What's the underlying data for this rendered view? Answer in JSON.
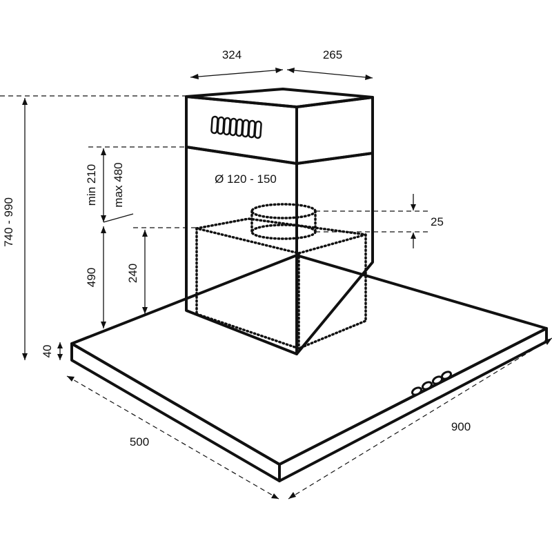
{
  "diagram": {
    "subject": "chimney cooker hood dimension drawing",
    "units": "mm",
    "labels": {
      "width_chimney": "324",
      "depth_chimney": "265",
      "total_height": "740 - 990",
      "min_adjust": "min 210",
      "max_adjust": "max 480",
      "lower_chimney": "490",
      "motor_block": "240",
      "outlet_diameter": "Ø 120 - 150",
      "outlet_offset": "25",
      "canopy_thickness": "40",
      "canopy_depth": "500",
      "canopy_width": "900"
    },
    "icons": [
      "vent-slots-icon",
      "control-buttons-icon"
    ]
  }
}
